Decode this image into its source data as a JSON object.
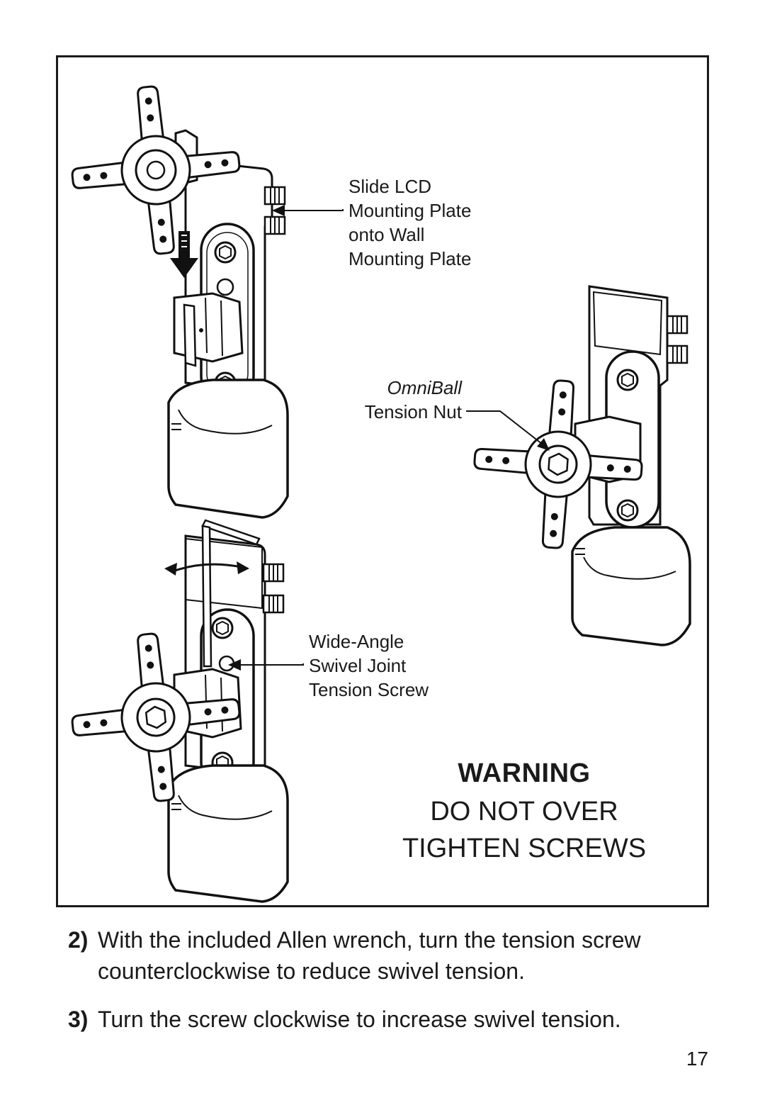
{
  "callouts": {
    "mounting_plate": [
      "Slide LCD",
      "Mounting Plate",
      "onto Wall",
      "Mounting Plate"
    ],
    "tension_nut": {
      "line1": "OmniBall",
      "line2": "Tension Nut"
    },
    "tension_screw": [
      "Wide-Angle",
      "Swivel Joint",
      "Tension Screw"
    ]
  },
  "warning": {
    "title": "WARNING",
    "line1": "DO NOT OVER",
    "line2": "TIGHTEN SCREWS"
  },
  "steps": [
    {
      "number": "2)",
      "text": "With the included Allen wrench, turn the tension screw counterclockwise to reduce swivel tension."
    },
    {
      "number": "3)",
      "text": "Turn the screw clockwise to increase swivel tension."
    }
  ],
  "page_number": "17"
}
